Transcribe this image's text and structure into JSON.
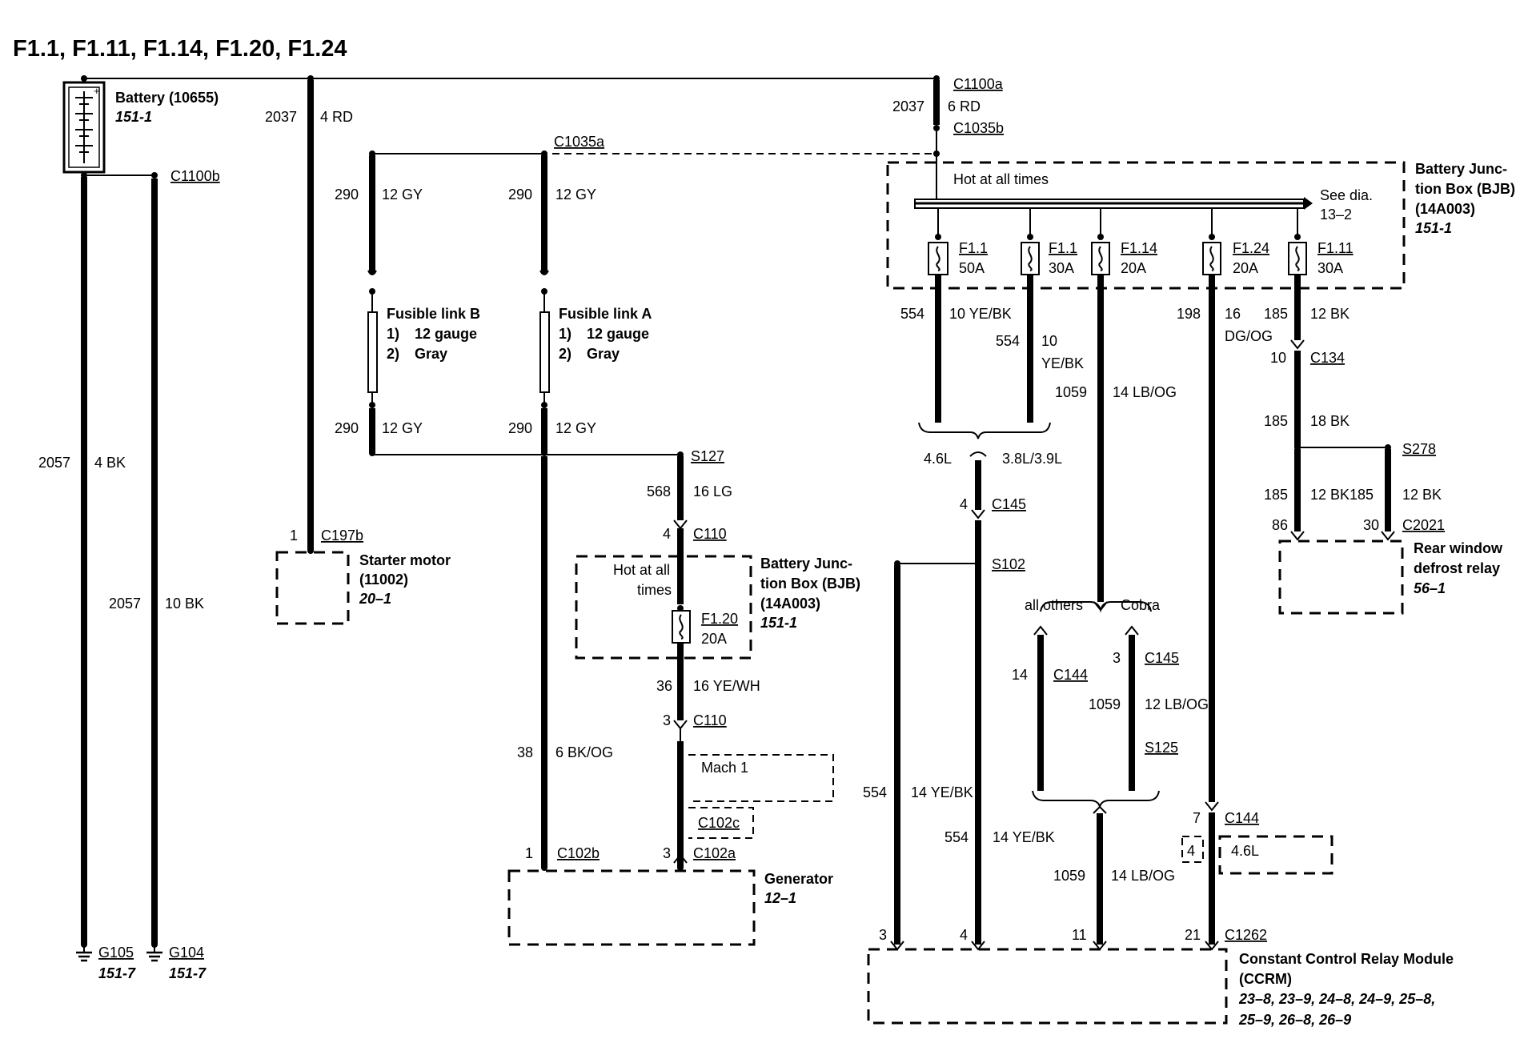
{
  "title": "F1.1, F1.11, F1.14, F1.20, F1.24",
  "battery": {
    "name": "Battery (10655)",
    "ref": "151-1"
  },
  "wires": {
    "w2037_top": {
      "circuit": "2037",
      "gauge": "4 RD"
    },
    "w2037_right": {
      "circuit": "2037",
      "gauge": "6 RD"
    },
    "w2057a": {
      "circuit": "2057",
      "gauge": "4 BK"
    },
    "w2057b": {
      "circuit": "2057",
      "gauge": "10 BK"
    },
    "w290_b_top": {
      "circuit": "290",
      "gauge": "12 GY"
    },
    "w290_a_top": {
      "circuit": "290",
      "gauge": "12 GY"
    },
    "w290_b_bot": {
      "circuit": "290",
      "gauge": "12 GY"
    },
    "w290_a_bot": {
      "circuit": "290",
      "gauge": "12 GY"
    },
    "w568": {
      "circuit": "568",
      "gauge": "16 LG"
    },
    "w36": {
      "circuit": "36",
      "gauge": "16 YE/WH"
    },
    "w38": {
      "circuit": "38",
      "gauge": "6 BK/OG"
    },
    "w554_a": {
      "circuit": "554",
      "gauge": "10 YE/BK"
    },
    "w554_b": {
      "circuit": "554",
      "gauge_1": "10",
      "gauge_2": "YE/BK"
    },
    "w1059_a": {
      "circuit": "1059",
      "gauge": "14 LB/OG"
    },
    "w198": {
      "circuit": "198",
      "gauge_1": "16",
      "gauge_2": "DG/OG"
    },
    "w185_a": {
      "circuit": "185",
      "gauge": "12 BK"
    },
    "w185_b": {
      "circuit": "185",
      "gauge": "18 BK"
    },
    "w185_c": {
      "circuit": "185",
      "gauge": "12 BK185"
    },
    "w185_d": {
      "gauge": "12 BK"
    },
    "w554_c": {
      "circuit": "554",
      "gauge": "14 YE/BK"
    },
    "w554_d": {
      "circuit": "554",
      "gauge": "14 YE/BK"
    },
    "w1059_b": {
      "circuit": "1059",
      "gauge": "12 LB/OG"
    },
    "w1059_c": {
      "circuit": "1059",
      "gauge": "14 LB/OG"
    }
  },
  "connectors": {
    "c1100a": "C1100a",
    "c1035b": "C1035b",
    "c1035a": "C1035a",
    "c1100b": "C1100b",
    "c197b": "C197b",
    "c197b_pin": "1",
    "s127": "S127",
    "c110_top": "C110",
    "c110_top_pin": "4",
    "c110_bot": "C110",
    "c110_bot_pin": "3",
    "c102b": "C102b",
    "c102b_pin": "1",
    "c102a": "C102a",
    "c102a_pin": "3",
    "c102c": "C102c",
    "c134": "C134",
    "c134_pin": "10",
    "s278": "S278",
    "c2021": "C2021",
    "c2021_pin86": "86",
    "c2021_pin30": "30",
    "c145_top": "C145",
    "c145_top_pin": "4",
    "s102": "S102",
    "c144_left": "C144",
    "c144_left_pin": "14",
    "c145_right": "C145",
    "c145_right_pin": "3",
    "s125": "S125",
    "c144_right": "C144",
    "c144_right_pin": "7",
    "c144_right_box": "4",
    "c1262": "C1262",
    "c1262_pin3": "3",
    "c1262_pin4": "4",
    "c1262_pin11": "11",
    "c1262_pin21": "21",
    "g105": "G105",
    "g105_ref": "151-7",
    "g104": "G104",
    "g104_ref": "151-7"
  },
  "bjb_main": {
    "name_1": "Battery Junc-",
    "name_2": "tion Box (BJB)",
    "name_3": "(14A003)",
    "ref": "151-1",
    "hot": "Hot at all times",
    "see_1": "See dia.",
    "see_2": "13–2",
    "fuses": [
      {
        "name": "F1.1",
        "rating": "50A"
      },
      {
        "name": "F1.1",
        "rating": "30A"
      },
      {
        "name": "F1.14",
        "rating": "20A"
      },
      {
        "name": "F1.24",
        "rating": "20A"
      },
      {
        "name": "F1.11",
        "rating": "30A"
      }
    ]
  },
  "bjb_small": {
    "name_1": "Battery Junc-",
    "name_2": "tion Box (BJB)",
    "name_3": "(14A003)",
    "ref": "151-1",
    "hot_1": "Hot at all",
    "hot_2": "times",
    "fuse": {
      "name": "F1.20",
      "rating": "20A"
    }
  },
  "fusible_b": {
    "name": "Fusible link B",
    "l1_num": "1)",
    "l1": "12 gauge",
    "l2_num": "2)",
    "l2": "Gray"
  },
  "fusible_a": {
    "name": "Fusible link A",
    "l1_num": "1)",
    "l1": "12 gauge",
    "l2_num": "2)",
    "l2": "Gray"
  },
  "starter": {
    "name_1": "Starter motor",
    "name_2": "(11002)",
    "ref": "20–1"
  },
  "generator": {
    "name": "Generator",
    "ref": "12–1"
  },
  "mach1": "Mach 1",
  "variant_46l": "4.6L",
  "variant_38l": "3.8L/3.9L",
  "variant_others": "all others",
  "variant_cobra": "Cobra",
  "box_46l": "4.6L",
  "relay": {
    "name_1": "Rear window",
    "name_2": "defrost relay",
    "ref": "56–1"
  },
  "ccrm": {
    "name_1": "Constant Control Relay Module",
    "name_2": "(CCRM)",
    "ref_1": "23–8, 23–9, 24–8, 24–9, 25–8,",
    "ref_2": "25–9, 26–8, 26–9"
  }
}
